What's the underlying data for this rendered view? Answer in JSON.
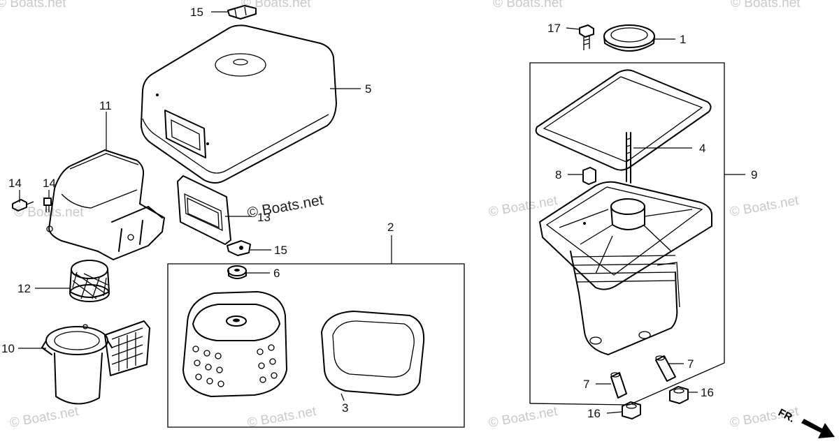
{
  "callouts": {
    "c1": "1",
    "c2": "2",
    "c3": "3",
    "c4": "4",
    "c5": "5",
    "c6": "6",
    "c7a": "7",
    "c7b": "7",
    "c8": "8",
    "c9": "9",
    "c10": "10",
    "c11": "11",
    "c12": "12",
    "c13": "13",
    "c14a": "14",
    "c14b": "14",
    "c15a": "15",
    "c15b": "15",
    "c16a": "16",
    "c16b": "16",
    "c17": "17"
  },
  "watermark": {
    "text": "© Boats.net",
    "center_text": "© Boats.net"
  },
  "direction": {
    "label": "FR."
  },
  "colors": {
    "line": "#000000",
    "watermark": "#c9c9c9",
    "background": "#ffffff"
  }
}
